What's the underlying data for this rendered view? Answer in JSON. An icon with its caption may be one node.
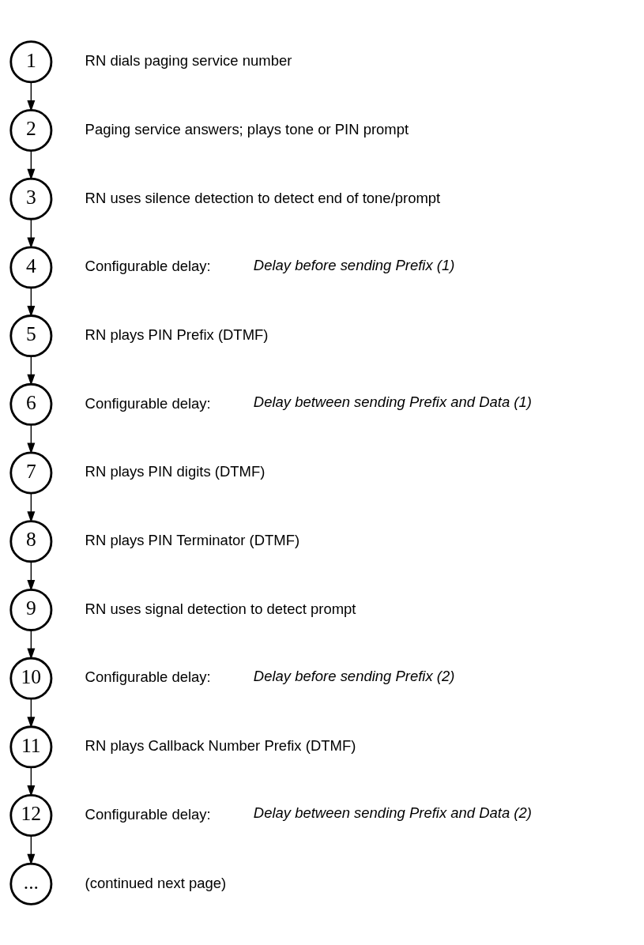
{
  "diagram": {
    "nodes": [
      {
        "text": [
          "1"
        ],
        "beside": [
          "RN dials paging service number"
        ]
      },
      {
        "text": [
          "2"
        ],
        "beside": [
          "Paging service answers; plays tone or PIN prompt"
        ]
      },
      {
        "text": [
          "3"
        ],
        "beside": [
          "RN uses silence detection to detect end of tone/prompt"
        ]
      },
      {
        "text": [
          "4"
        ],
        "beside": [
          "Configurable delay:",
          "Delay before sending Prefix (1)"
        ]
      },
      {
        "text": [
          "5"
        ],
        "beside": [
          "RN plays PIN Prefix (DTMF)"
        ]
      },
      {
        "text": [
          "6"
        ],
        "beside": [
          "Configurable delay:",
          "Delay between sending Prefix and Data (1)"
        ]
      },
      {
        "text": [
          "7"
        ],
        "beside": [
          "RN plays PIN digits (DTMF)"
        ]
      },
      {
        "text": [
          "8"
        ],
        "beside": [
          "RN plays PIN Terminator (DTMF)"
        ]
      },
      {
        "text": [
          "9"
        ],
        "beside": [
          "RN uses signal detection to detect prompt"
        ]
      },
      {
        "text": [
          "10"
        ],
        "beside": [
          "Configurable delay:",
          "Delay before sending Prefix (2)"
        ]
      },
      {
        "text": [
          "11"
        ],
        "beside": [
          "RN plays Callback Number Prefix (DTMF)"
        ]
      },
      {
        "text": [
          "12"
        ],
        "beside": [
          "Configurable delay:",
          "Delay between sending Prefix and Data (2)"
        ]
      },
      {
        "text": [
          "..."
        ],
        "beside": [
          "(continued next page)"
        ]
      }
    ],
    "edges": [
      {
        "from": 0,
        "to": 1,
        "arrow": "to"
      },
      {
        "from": 1,
        "to": 2,
        "arrow": "to"
      },
      {
        "from": 2,
        "to": 3,
        "arrow": "to"
      },
      {
        "from": 3,
        "to": 4,
        "arrow": "to"
      },
      {
        "from": 4,
        "to": 5,
        "arrow": "to"
      },
      {
        "from": 5,
        "to": 6,
        "arrow": "to"
      },
      {
        "from": 6,
        "to": 7,
        "arrow": "to"
      },
      {
        "from": 7,
        "to": 8,
        "arrow": "to"
      },
      {
        "from": 8,
        "to": 9,
        "arrow": "to"
      },
      {
        "from": 9,
        "to": 10,
        "arrow": "to"
      },
      {
        "from": 10,
        "to": 11,
        "arrow": "to"
      },
      {
        "from": 11,
        "to": 12,
        "arrow": "to"
      }
    ]
  }
}
